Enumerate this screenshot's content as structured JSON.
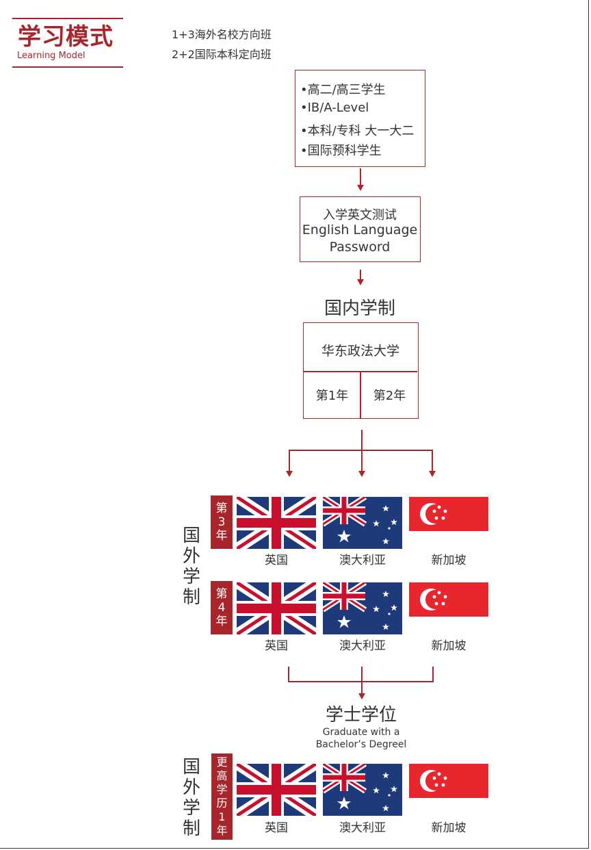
{
  "header": {
    "title_cn": "学习模式",
    "title_en": "Learning Model",
    "programs": [
      "1+3海外名校方向班",
      "2+2国际本科定向班"
    ]
  },
  "eligibility": [
    "•高二/高三学生",
    "•IB/A-Level",
    "•本科/专科 大一大二",
    "•国际预科学生"
  ],
  "english_test": {
    "line1": "入学英文测试",
    "line2": "English Language",
    "line3": "Password"
  },
  "domestic": {
    "heading": "国内学制",
    "university": "华东政法大学",
    "year1": "第1年",
    "year2": "第2年"
  },
  "overseas_label": [
    "国",
    "外",
    "学",
    "制"
  ],
  "year3_tag": [
    "第",
    "3",
    "年"
  ],
  "year4_tag": [
    "第",
    "4",
    "年"
  ],
  "higher_tag": [
    "更",
    "高",
    "学",
    "历",
    "1",
    "年"
  ],
  "countries": [
    "英国",
    "澳大利亚",
    "新加坡"
  ],
  "degree": {
    "heading": "学士学位",
    "en_line1": "Graduate with a",
    "en_line2": "Bachelor’s Degreel"
  },
  "colors": {
    "accent": "#a8252c",
    "uk_blue": "#1f3a7a",
    "uk_red": "#c8102e",
    "sg_red": "#e8262d"
  }
}
